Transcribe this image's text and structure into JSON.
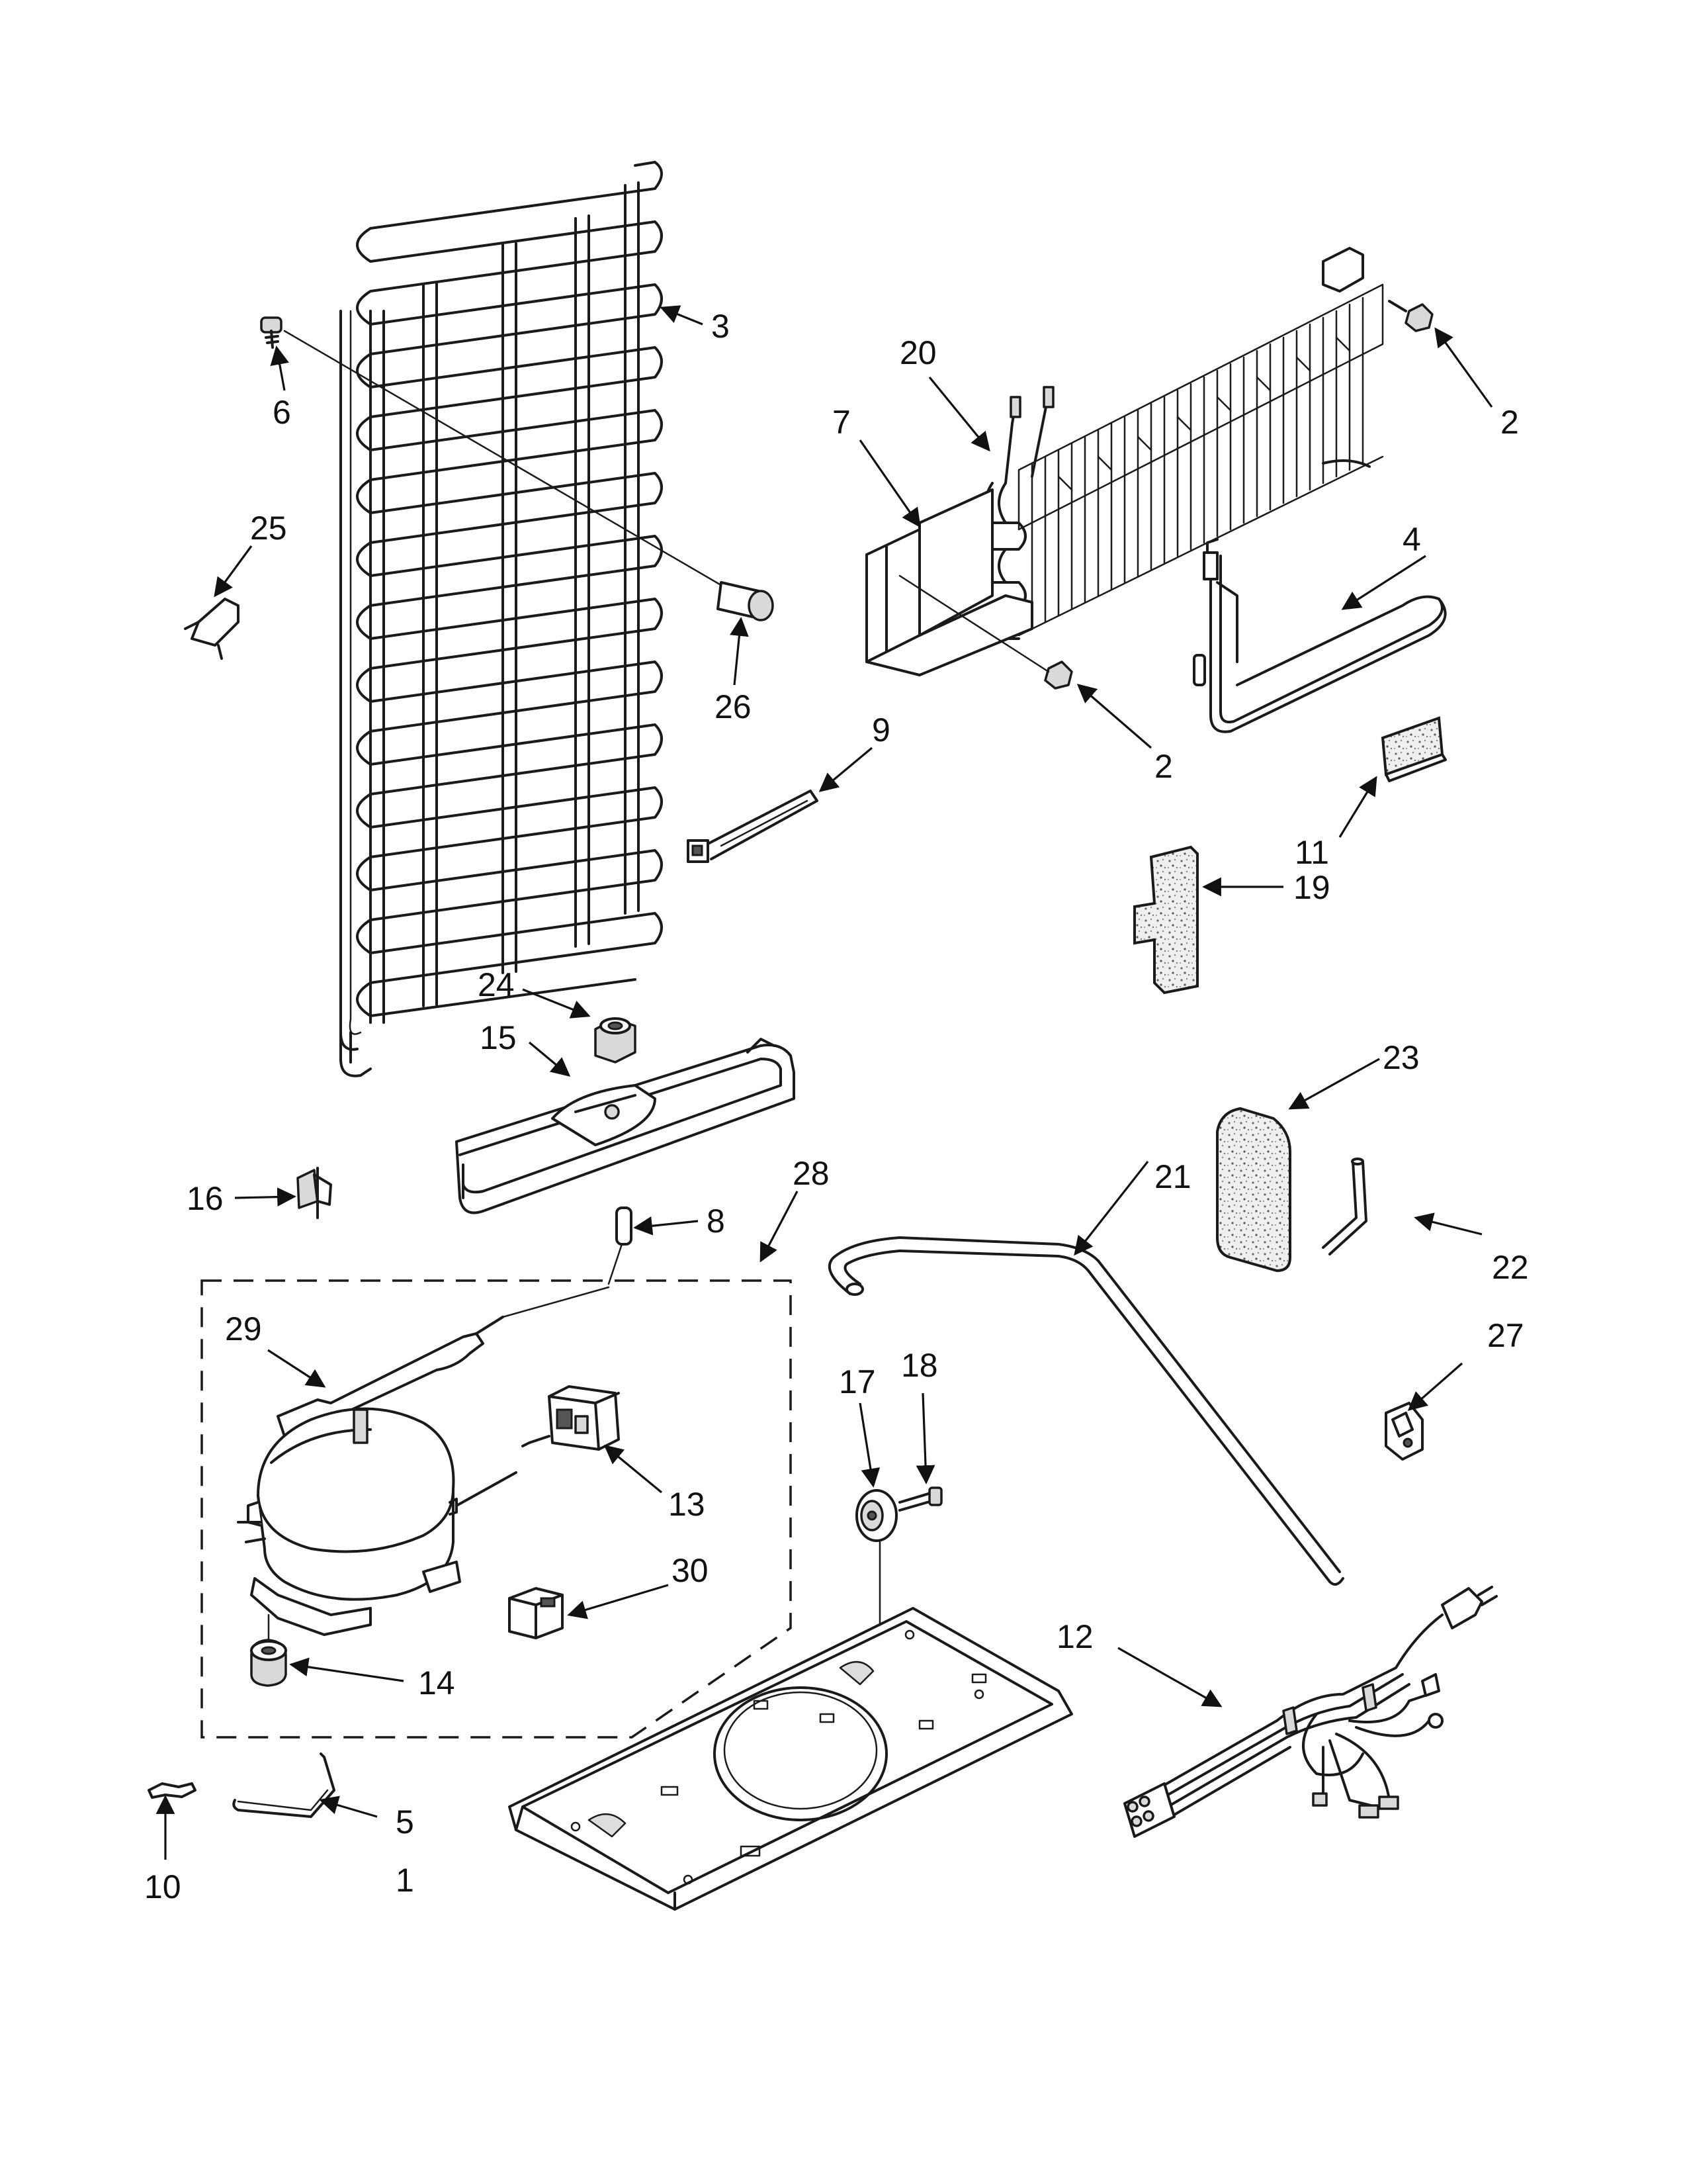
{
  "callouts": {
    "c1": "1",
    "c2a": "2",
    "c2b": "2",
    "c3": "3",
    "c4": "4",
    "c5": "5",
    "c6": "6",
    "c7": "7",
    "c8": "8",
    "c9": "9",
    "c10": "10",
    "c11": "11",
    "c12": "12",
    "c13": "13",
    "c14": "14",
    "c15": "15",
    "c16": "16",
    "c17": "17",
    "c18": "18",
    "c19": "19",
    "c20": "20",
    "c21": "21",
    "c22": "22",
    "c23": "23",
    "c24": "24",
    "c25": "25",
    "c26": "26",
    "c27": "27",
    "c28": "28",
    "c29": "29",
    "c30": "30"
  }
}
